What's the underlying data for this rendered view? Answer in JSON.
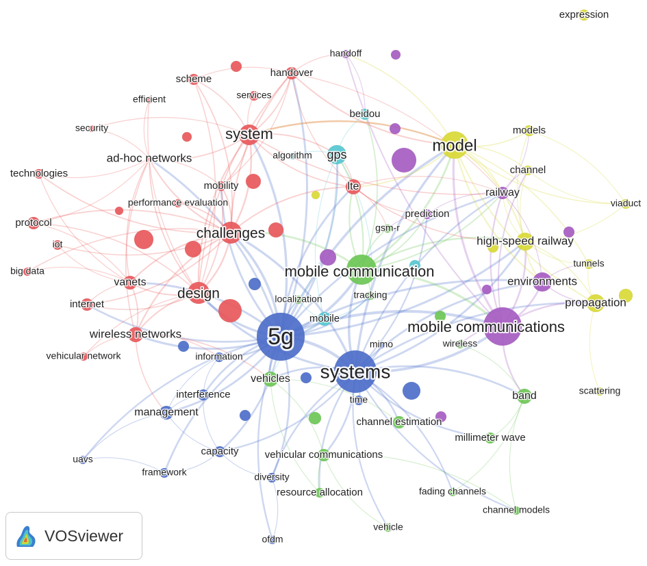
{
  "branding": {
    "tool_name": "VOSviewer"
  },
  "clusters": {
    "red": "#e8585b",
    "blue": "#4d6ec9",
    "green": "#6cc755",
    "purple": "#a65cc1",
    "yellow": "#d9d936",
    "cyan": "#56c7cf"
  },
  "terms": [
    {
      "id": "5g",
      "label": "5g",
      "cluster": "blue",
      "weight": 10
    },
    {
      "id": "systems",
      "label": "systems",
      "cluster": "blue",
      "weight": 9
    },
    {
      "id": "information",
      "label": "information",
      "cluster": "blue",
      "weight": 2
    },
    {
      "id": "interference",
      "label": "interference",
      "cluster": "blue",
      "weight": 2
    },
    {
      "id": "management",
      "label": "management",
      "cluster": "blue",
      "weight": 3
    },
    {
      "id": "capacity",
      "label": "capacity",
      "cluster": "blue",
      "weight": 2
    },
    {
      "id": "framework",
      "label": "framework",
      "cluster": "blue",
      "weight": 2
    },
    {
      "id": "diversity",
      "label": "diversity",
      "cluster": "blue",
      "weight": 2
    },
    {
      "id": "uavs",
      "label": "uavs",
      "cluster": "blue",
      "weight": 1
    },
    {
      "id": "ofdm",
      "label": "ofdm",
      "cluster": "blue",
      "weight": 1
    },
    {
      "id": "time",
      "label": "time",
      "cluster": "blue",
      "weight": 1
    },
    {
      "id": "mimo",
      "label": "mimo",
      "cluster": "blue",
      "weight": 1
    },
    {
      "id": "mobile-communication",
      "label": "mobile communication",
      "cluster": "green",
      "weight": 7
    },
    {
      "id": "mobile-communications",
      "label": "mobile communications",
      "cluster": "purple",
      "weight": 8
    },
    {
      "id": "tracking",
      "label": "tracking",
      "cluster": "green",
      "weight": 1
    },
    {
      "id": "vehicles",
      "label": "vehicles",
      "cluster": "green",
      "weight": 3
    },
    {
      "id": "band",
      "label": "band",
      "cluster": "green",
      "weight": 3
    },
    {
      "id": "channel-estimation",
      "label": "channel estimation",
      "cluster": "green",
      "weight": 2
    },
    {
      "id": "millimeter-wave",
      "label": "millimeter wave",
      "cluster": "green",
      "weight": 2
    },
    {
      "id": "vehicular-communications",
      "label": "vehicular communications",
      "cluster": "green",
      "weight": 3
    },
    {
      "id": "resource-allocation",
      "label": "resource allocation",
      "cluster": "green",
      "weight": 2
    },
    {
      "id": "fading-channels",
      "label": "fading channels",
      "cluster": "green",
      "weight": 1
    },
    {
      "id": "channel-models",
      "label": "channel models",
      "cluster": "green",
      "weight": 1
    },
    {
      "id": "vehicle",
      "label": "vehicle",
      "cluster": "green",
      "weight": 1
    },
    {
      "id": "gsm-r",
      "label": "gsm-r",
      "cluster": "green",
      "weight": 1
    },
    {
      "id": "wireless",
      "label": "wireless",
      "cluster": "green",
      "weight": 1
    },
    {
      "id": "localization",
      "label": "localization",
      "cluster": "green",
      "weight": 1
    },
    {
      "id": "system",
      "label": "system",
      "cluster": "red",
      "weight": 5
    },
    {
      "id": "challenges",
      "label": "challenges",
      "cluster": "red",
      "weight": 6
    },
    {
      "id": "design",
      "label": "design",
      "cluster": "red",
      "weight": 5
    },
    {
      "id": "ad-hoc-networks",
      "label": "ad-hoc networks",
      "cluster": "red",
      "weight": 3
    },
    {
      "id": "handover",
      "label": "handover",
      "cluster": "red",
      "weight": 3
    },
    {
      "id": "scheme",
      "label": "scheme",
      "cluster": "red",
      "weight": 2
    },
    {
      "id": "efficient",
      "label": "efficient",
      "cluster": "red",
      "weight": 1
    },
    {
      "id": "services",
      "label": "services",
      "cluster": "red",
      "weight": 1
    },
    {
      "id": "security",
      "label": "security",
      "cluster": "red",
      "weight": 1
    },
    {
      "id": "technologies",
      "label": "technologies",
      "cluster": "red",
      "weight": 2
    },
    {
      "id": "mobility",
      "label": "mobility",
      "cluster": "red",
      "weight": 3
    },
    {
      "id": "performance-evaluation",
      "label": "performance evaluation",
      "cluster": "red",
      "weight": 2
    },
    {
      "id": "protocol",
      "label": "protocol",
      "cluster": "red",
      "weight": 2
    },
    {
      "id": "iot",
      "label": "iot",
      "cluster": "red",
      "weight": 1
    },
    {
      "id": "big-data",
      "label": "big data",
      "cluster": "red",
      "weight": 1
    },
    {
      "id": "vanets",
      "label": "vanets",
      "cluster": "red",
      "weight": 4
    },
    {
      "id": "internet",
      "label": "internet",
      "cluster": "red",
      "weight": 2
    },
    {
      "id": "wireless-networks",
      "label": "wireless networks",
      "cluster": "red",
      "weight": 4
    },
    {
      "id": "vehicular-network",
      "label": "vehicular network",
      "cluster": "red",
      "weight": 1
    },
    {
      "id": "lte",
      "label": "lte",
      "cluster": "red",
      "weight": 3
    },
    {
      "id": "gps",
      "label": "gps",
      "cluster": "cyan",
      "weight": 3
    },
    {
      "id": "beidou",
      "label": "beidou",
      "cluster": "cyan",
      "weight": 1
    },
    {
      "id": "algorithm",
      "label": "algorithm",
      "cluster": "cyan",
      "weight": 1
    },
    {
      "id": "mobile",
      "label": "mobile",
      "cluster": "cyan",
      "weight": 2
    },
    {
      "id": "handoff",
      "label": "handoff",
      "cluster": "purple",
      "weight": 1
    },
    {
      "id": "prediction",
      "label": "prediction",
      "cluster": "purple",
      "weight": 1
    },
    {
      "id": "railway",
      "label": "railway",
      "cluster": "purple",
      "weight": 2
    },
    {
      "id": "environments",
      "label": "environments",
      "cluster": "purple",
      "weight": 4
    },
    {
      "id": "model",
      "label": "model",
      "cluster": "yellow",
      "weight": 6
    },
    {
      "id": "models",
      "label": "models",
      "cluster": "yellow",
      "weight": 2
    },
    {
      "id": "channel",
      "label": "channel",
      "cluster": "yellow",
      "weight": 1
    },
    {
      "id": "viaduct",
      "label": "viaduct",
      "cluster": "yellow",
      "weight": 1
    },
    {
      "id": "high-speed-railway",
      "label": "high-speed railway",
      "cluster": "yellow",
      "weight": 4
    },
    {
      "id": "tunnels",
      "label": "tunnels",
      "cluster": "yellow",
      "weight": 1
    },
    {
      "id": "propagation",
      "label": "propagation",
      "cluster": "yellow",
      "weight": 3
    },
    {
      "id": "scattering",
      "label": "scattering",
      "cluster": "yellow",
      "weight": 1
    },
    {
      "id": "expression",
      "label": "expression",
      "cluster": "yellow",
      "weight": 2
    }
  ],
  "unlabeled_terms": [
    {
      "id": "u-red-1",
      "cluster": "red",
      "weight": 2
    },
    {
      "id": "u-red-2",
      "cluster": "red",
      "weight": 2
    },
    {
      "id": "u-red-3",
      "cluster": "red",
      "weight": 3
    },
    {
      "id": "u-red-4",
      "cluster": "red",
      "weight": 4
    },
    {
      "id": "u-red-5",
      "cluster": "red",
      "weight": 5
    },
    {
      "id": "u-red-6",
      "cluster": "red",
      "weight": 5
    },
    {
      "id": "u-red-7",
      "cluster": "red",
      "weight": 3
    },
    {
      "id": "u-red-8",
      "cluster": "red",
      "weight": 2
    },
    {
      "id": "u-blue-1",
      "cluster": "blue",
      "weight": 2
    },
    {
      "id": "u-blue-2",
      "cluster": "blue",
      "weight": 2
    },
    {
      "id": "u-blue-3",
      "cluster": "blue",
      "weight": 4
    },
    {
      "id": "u-blue-4",
      "cluster": "blue",
      "weight": 2
    },
    {
      "id": "u-blue-5",
      "cluster": "blue",
      "weight": 1
    },
    {
      "id": "u-green-1",
      "cluster": "green",
      "weight": 2
    },
    {
      "id": "u-green-2",
      "cluster": "green",
      "weight": 2
    },
    {
      "id": "u-purple-1",
      "cluster": "purple",
      "weight": 1
    },
    {
      "id": "u-purple-2",
      "cluster": "purple",
      "weight": 2
    },
    {
      "id": "u-purple-3",
      "cluster": "purple",
      "weight": 5
    },
    {
      "id": "u-purple-4",
      "cluster": "purple",
      "weight": 2
    },
    {
      "id": "u-purple-5",
      "cluster": "purple",
      "weight": 2
    },
    {
      "id": "u-purple-6",
      "cluster": "purple",
      "weight": 1
    },
    {
      "id": "u-purple-7",
      "cluster": "purple",
      "weight": 2
    },
    {
      "id": "u-yellow-1",
      "cluster": "yellow",
      "weight": 1
    },
    {
      "id": "u-yellow-2",
      "cluster": "yellow",
      "weight": 2
    },
    {
      "id": "u-yellow-3",
      "cluster": "yellow",
      "weight": 2
    },
    {
      "id": "u-cyan-1",
      "cluster": "cyan",
      "weight": 1
    }
  ],
  "links": [
    [
      "5g",
      "systems"
    ],
    [
      "5g",
      "challenges"
    ],
    [
      "5g",
      "design"
    ],
    [
      "5g",
      "mobile-communication"
    ],
    [
      "5g",
      "mobile-communications"
    ],
    [
      "5g",
      "vehicles"
    ],
    [
      "5g",
      "information"
    ],
    [
      "5g",
      "interference"
    ],
    [
      "5g",
      "management"
    ],
    [
      "5g",
      "uavs"
    ],
    [
      "5g",
      "capacity"
    ],
    [
      "5g",
      "framework"
    ],
    [
      "5g",
      "diversity"
    ],
    [
      "5g",
      "ofdm"
    ],
    [
      "5g",
      "model"
    ],
    [
      "5g",
      "system"
    ],
    [
      "5g",
      "lte"
    ],
    [
      "5g",
      "gps"
    ],
    [
      "5g",
      "localization"
    ],
    [
      "5g",
      "mobile"
    ],
    [
      "5g",
      "wireless-networks"
    ],
    [
      "5g",
      "vanets"
    ],
    [
      "5g",
      "internet"
    ],
    [
      "5g",
      "ad-hoc-networks"
    ],
    [
      "5g",
      "mobility"
    ],
    [
      "5g",
      "handover"
    ],
    [
      "5g",
      "railway"
    ],
    [
      "5g",
      "high-speed-railway"
    ],
    [
      "5g",
      "environments"
    ],
    [
      "5g",
      "tracking"
    ],
    [
      "systems",
      "mobile-communication"
    ],
    [
      "systems",
      "mobile-communications"
    ],
    [
      "systems",
      "channel-estimation"
    ],
    [
      "systems",
      "millimeter-wave"
    ],
    [
      "systems",
      "vehicular-communications"
    ],
    [
      "systems",
      "resource-allocation"
    ],
    [
      "systems",
      "band"
    ],
    [
      "systems",
      "vehicle"
    ],
    [
      "systems",
      "fading-channels"
    ],
    [
      "systems",
      "channel-models"
    ],
    [
      "systems",
      "model"
    ],
    [
      "systems",
      "challenges"
    ],
    [
      "systems",
      "design"
    ],
    [
      "systems",
      "high-speed-railway"
    ],
    [
      "systems",
      "environments"
    ],
    [
      "systems",
      "vehicles"
    ],
    [
      "systems",
      "capacity"
    ],
    [
      "systems",
      "diversity"
    ],
    [
      "systems",
      "time"
    ],
    [
      "systems",
      "mimo"
    ],
    [
      "systems",
      "propagation"
    ],
    [
      "systems",
      "prediction"
    ],
    [
      "systems",
      "railway"
    ],
    [
      "mobile-communication",
      "model"
    ],
    [
      "mobile-communication",
      "high-speed-railway"
    ],
    [
      "mobile-communication",
      "gps"
    ],
    [
      "mobile-communication",
      "lte"
    ],
    [
      "mobile-communication",
      "railway"
    ],
    [
      "mobile-communication",
      "mobile-communications"
    ],
    [
      "mobile-communication",
      "challenges"
    ],
    [
      "mobile-communication",
      "gsm-r"
    ],
    [
      "mobile-communication",
      "prediction"
    ],
    [
      "mobile-communication",
      "tracking"
    ],
    [
      "mobile-communication",
      "beidou"
    ],
    [
      "mobile-communications",
      "model"
    ],
    [
      "mobile-communications",
      "environments"
    ],
    [
      "mobile-communications",
      "propagation"
    ],
    [
      "mobile-communications",
      "high-speed-railway"
    ],
    [
      "mobile-communications",
      "railway"
    ],
    [
      "mobile-communications",
      "band"
    ],
    [
      "mobile-communications",
      "channel"
    ],
    [
      "mobile-communications",
      "wireless"
    ],
    [
      "mobile-communications",
      "handoff"
    ],
    [
      "model",
      "models"
    ],
    [
      "model",
      "channel"
    ],
    [
      "model",
      "viaduct"
    ],
    [
      "model",
      "high-speed-railway"
    ],
    [
      "model",
      "propagation"
    ],
    [
      "model",
      "tunnels"
    ],
    [
      "model",
      "environments"
    ],
    [
      "model",
      "railway"
    ],
    [
      "model",
      "system"
    ],
    [
      "model",
      "lte"
    ],
    [
      "model",
      "handoff"
    ],
    [
      "high-speed-railway",
      "railway"
    ],
    [
      "high-speed-railway",
      "tunnels"
    ],
    [
      "high-speed-railway",
      "propagation"
    ],
    [
      "high-speed-railway",
      "environments"
    ],
    [
      "high-speed-railway",
      "channel"
    ],
    [
      "high-speed-railway",
      "viaduct"
    ],
    [
      "high-speed-railway",
      "models"
    ],
    [
      "environments",
      "propagation"
    ],
    [
      "environments",
      "tunnels"
    ],
    [
      "environments",
      "railway"
    ],
    [
      "system",
      "challenges"
    ],
    [
      "system",
      "handover"
    ],
    [
      "system",
      "ad-hoc-networks"
    ],
    [
      "system",
      "lte"
    ],
    [
      "system",
      "mobility"
    ],
    [
      "system",
      "design"
    ],
    [
      "system",
      "gps"
    ],
    [
      "system",
      "scheme"
    ],
    [
      "system",
      "services"
    ],
    [
      "system",
      "railway"
    ],
    [
      "system",
      "model"
    ],
    [
      "system",
      "security"
    ],
    [
      "challenges",
      "design"
    ],
    [
      "challenges",
      "vanets"
    ],
    [
      "challenges",
      "internet"
    ],
    [
      "challenges",
      "wireless-networks"
    ],
    [
      "challenges",
      "ad-hoc-networks"
    ],
    [
      "challenges",
      "protocol"
    ],
    [
      "challenges",
      "iot"
    ],
    [
      "challenges",
      "big-data"
    ],
    [
      "challenges",
      "technologies"
    ],
    [
      "challenges",
      "performance-evaluation"
    ],
    [
      "challenges",
      "lte"
    ],
    [
      "challenges",
      "mobility"
    ],
    [
      "challenges",
      "handover"
    ],
    [
      "challenges",
      "scheme"
    ],
    [
      "design",
      "vanets"
    ],
    [
      "design",
      "wireless-networks"
    ],
    [
      "design",
      "internet"
    ],
    [
      "design",
      "vehicular-network"
    ],
    [
      "design",
      "ad-hoc-networks"
    ],
    [
      "design",
      "protocol"
    ],
    [
      "design",
      "handover"
    ],
    [
      "design",
      "scheme"
    ],
    [
      "design",
      "efficient"
    ],
    [
      "design",
      "mobility"
    ],
    [
      "ad-hoc-networks",
      "technologies"
    ],
    [
      "ad-hoc-networks",
      "vanets"
    ],
    [
      "ad-hoc-networks",
      "protocol"
    ],
    [
      "ad-hoc-networks",
      "security"
    ],
    [
      "ad-hoc-networks",
      "efficient"
    ],
    [
      "ad-hoc-networks",
      "wireless-networks"
    ],
    [
      "ad-hoc-networks",
      "mobility"
    ],
    [
      "handover",
      "lte"
    ],
    [
      "handover",
      "mobility"
    ],
    [
      "handover",
      "scheme"
    ],
    [
      "handover",
      "handoff"
    ],
    [
      "handover",
      "model"
    ],
    [
      "handover",
      "railway"
    ],
    [
      "vanets",
      "internet"
    ],
    [
      "vanets",
      "wireless-networks"
    ],
    [
      "vanets",
      "protocol"
    ],
    [
      "vanets",
      "iot"
    ],
    [
      "vanets",
      "big-data"
    ],
    [
      "vanets",
      "technologies"
    ],
    [
      "wireless-networks",
      "vehicular-network"
    ],
    [
      "wireless-networks",
      "information"
    ],
    [
      "wireless-networks",
      "management"
    ],
    [
      "wireless-networks",
      "vehicles"
    ],
    [
      "lte",
      "gps"
    ],
    [
      "lte",
      "railway"
    ],
    [
      "lte",
      "high-speed-railway"
    ],
    [
      "lte",
      "gsm-r"
    ],
    [
      "lte",
      "prediction"
    ],
    [
      "gps",
      "beidou"
    ],
    [
      "gps",
      "algorithm"
    ],
    [
      "gps",
      "localization"
    ],
    [
      "gps",
      "mobile"
    ],
    [
      "gps",
      "tracking"
    ],
    [
      "mobile",
      "tracking"
    ],
    [
      "mobile",
      "localization"
    ],
    [
      "mobile",
      "vehicles"
    ],
    [
      "vehicles",
      "vehicular-communications"
    ],
    [
      "vehicles",
      "resource-allocation"
    ],
    [
      "vehicles",
      "channel-estimation"
    ],
    [
      "vehicular-communications",
      "resource-allocation"
    ],
    [
      "vehicular-communications",
      "channel-models"
    ],
    [
      "vehicular-communications",
      "vehicle"
    ],
    [
      "band",
      "millimeter-wave"
    ],
    [
      "band",
      "channel-models"
    ],
    [
      "band",
      "fading-channels"
    ],
    [
      "band",
      "wireless"
    ],
    [
      "management",
      "interference"
    ],
    [
      "management",
      "capacity"
    ],
    [
      "management",
      "information"
    ],
    [
      "management",
      "uavs"
    ],
    [
      "capacity",
      "framework"
    ],
    [
      "capacity",
      "diversity"
    ],
    [
      "capacity",
      "interference"
    ],
    [
      "information",
      "interference"
    ],
    [
      "diversity",
      "ofdm"
    ],
    [
      "framework",
      "uavs"
    ],
    [
      "prediction",
      "railway"
    ],
    [
      "prediction",
      "gsm-r"
    ],
    [
      "railway",
      "channel"
    ],
    [
      "railway",
      "models"
    ],
    [
      "handoff",
      "beidou"
    ],
    [
      "propagation",
      "scattering"
    ],
    [
      "propagation",
      "tunnels"
    ],
    [
      "channel",
      "viaduct"
    ],
    [
      "models",
      "viaduct"
    ]
  ]
}
